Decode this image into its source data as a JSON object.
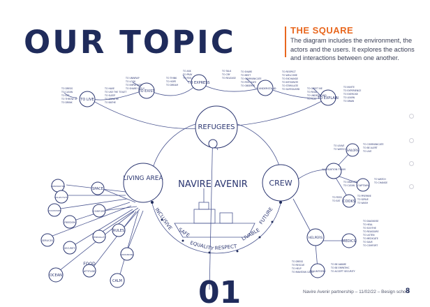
{
  "page": {
    "title": "OUR TOPIC",
    "section_heading": "THE SQUARE",
    "section_text": "The diagram includes the environment, the actors and the users. It explores the actions and interactions between one another.",
    "footer": "Navire Avenir partnership – 11/02/22 – Besign school",
    "page_number": "8",
    "big_number": "01"
  },
  "mind_map": {
    "center": "NAVIRE AVENIR",
    "nodes": {
      "refugees": "REFUGEES",
      "living_area": "LIVING AREA",
      "crew": "CREW",
      "to_live": "TO LIVE",
      "to_exist": "TO EXIST",
      "to_express": "TO EXPRESS",
      "to_understand": "TO UNDERSTAND",
      "to_explain": "TO EXPLAIN",
      "sailors": "SAILORS",
      "navigation_team": "NAVIGATION TEAM",
      "captain": "CAPTAIN",
      "cooks": "COOKS",
      "helpers": "HELPERS",
      "medics": "MEDICS",
      "volunteers": "VOLUNTEERS",
      "ocean": "OCEAN",
      "space": "SPACE",
      "commodities": "COMMODITIES",
      "collectivity": "COLLECTIVITY",
      "occupations": "OCCUPATIONS",
      "comfort": "COMFORT",
      "freedom": "FREEDOM",
      "rules": "RULES",
      "services": "SERVICES",
      "security": "SECURITY",
      "temporality": "TEMPORALITY",
      "surroundings": "SURROUNDINGS",
      "attitude": "ATTITUDE",
      "food": "FOOD",
      "calm": "CALM"
    },
    "values_arc": [
      "INCLUSIVE",
      "SAFE",
      "EQUALITY",
      "RESPECT",
      "LIVABLE",
      "FUTURE"
    ],
    "notes": {
      "to_live": [
        "TO DRESS",
        "TO CLEAN",
        "TO EAT",
        "TO THROW UP",
        "TO DRINK"
      ],
      "to_live_b": [
        "TO HAVE",
        "TO USE THE TOILET",
        "TO SLEEP",
        "TO BREATHE",
        "TO BATHE"
      ],
      "to_exist": [
        "TO UNWRAP",
        "TO LOOK",
        "TO EMPATHIZE",
        "TO SHARE FEELS"
      ],
      "to_exist_b": [
        "TO THINK",
        "TO HOPE",
        "TO DREAM"
      ],
      "to_express": [
        "TO ASK",
        "TO PRAY",
        "TO FEEL"
      ],
      "to_express_b": [
        "TO TALK",
        "TO CRY",
        "TO RELEASE"
      ],
      "to_understand": [
        "TO SHARE",
        "TO MEET",
        "TO COMMUNICATE",
        "TO FEEL SAFE",
        "TO OBSERVE"
      ],
      "to_understand_b": [
        "TO RESPECT",
        "TO WELCOME",
        "TO EXCHANGE",
        "TO INTEGRATE",
        "TO STIMULATE",
        "TO SAFEGUARD"
      ],
      "to_explain": [
        "TO GREET ME",
        "TO READ",
        "TO UNDERSTAND",
        "TO PLAY"
      ],
      "to_explain_b": [
        "TO INVITE",
        "TO EXPERIENCE",
        "TO EXERCISE",
        "TO LEARN",
        "TO DRAW"
      ],
      "sailors": [
        "TO LEAVE",
        "TO WATCH"
      ],
      "sailors_b": [
        "TO COMMUNICATE",
        "TO BE ALERT",
        "TO LIVE"
      ],
      "captain": [
        "TO ANALYZE",
        "TO CLEAN"
      ],
      "captain_b": [
        "TO WATCH",
        "TO CHANGE"
      ],
      "cooks": [
        "TO FEED",
        "TO EAT"
      ],
      "cooks_b": [
        "TO PREPARE",
        "TO SERVE",
        "TO WASH"
      ],
      "medics": [
        "TO DIAGNOSE",
        "TO HEAL",
        "TO SOOTHE",
        "TO REASSURE",
        "TO LISTEN",
        "TO MEDICATE",
        "TO SAVE",
        "TO COMFORT"
      ],
      "volunteers": [
        "TO DRESS",
        "TO RESCUE",
        "TO HELP",
        "TO MAINTAIN CALM"
      ],
      "volunteers_b": [
        "TO BE AWARE",
        "TO BE EMPATHIC",
        "TO ACCEPT SECURITY"
      ]
    }
  },
  "colors": {
    "navy": "#1f2b5b",
    "orange": "#e8671e",
    "line": "#4a5590"
  }
}
